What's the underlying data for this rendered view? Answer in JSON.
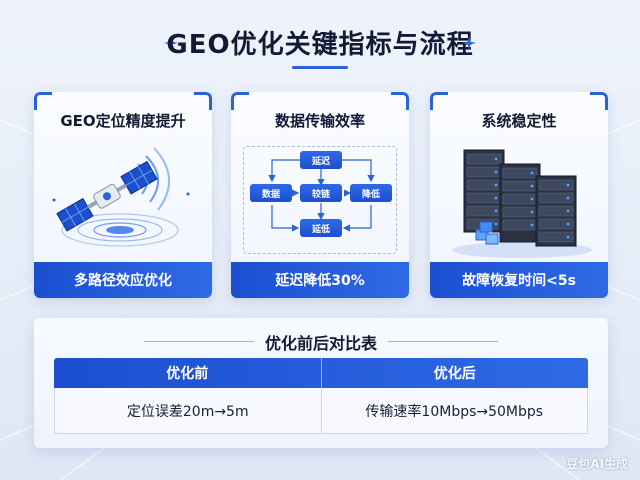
{
  "title": "GEO优化关键指标与流程",
  "cards": [
    {
      "title": "GEO定位精度提升",
      "footer": "多路径效应优化",
      "illustration": "satellite-icon"
    },
    {
      "title": "数据传输效率",
      "footer": "延迟降低30%",
      "illustration": "flow-diagram",
      "flow": {
        "top": "延迟",
        "left": "数据",
        "center": "较链",
        "right": "降低",
        "bottom": "延低"
      }
    },
    {
      "title": "系统稳定性",
      "footer": "故障恢复时间<5s",
      "illustration": "server-rack-icon"
    }
  ],
  "comparison": {
    "title": "优化前后对比表",
    "headers": [
      "优化前",
      "优化后"
    ],
    "row": [
      "定位误差20m→5m",
      "传输速率10Mbps→50Mbps"
    ]
  },
  "watermark": "豆包AI生成",
  "colors": {
    "accent": "#2a63d6",
    "bar": "#1b4fd0",
    "background": "#eef3fb"
  }
}
